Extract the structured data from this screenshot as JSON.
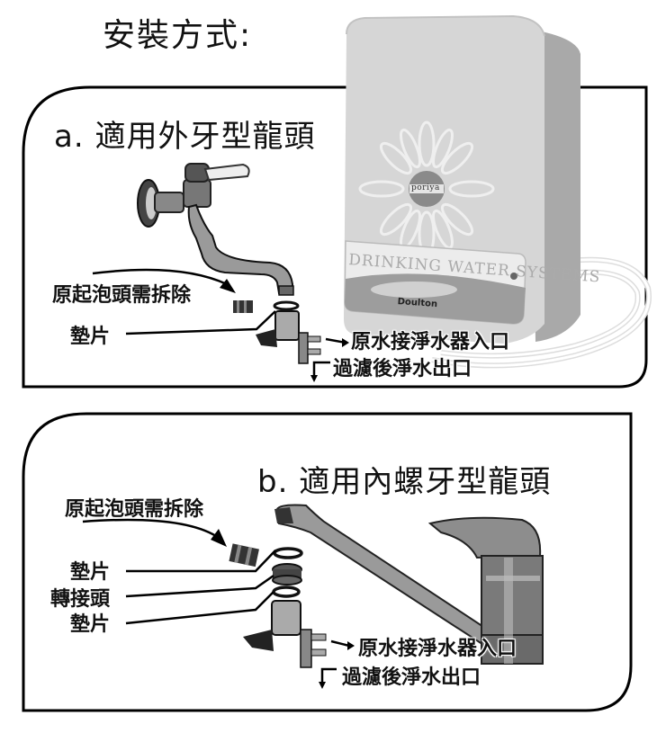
{
  "heading": "安裝方式:",
  "section_a": {
    "title": "a. 適用外牙型龍頭",
    "labels": {
      "aerator_remove": "原起泡頭需拆除",
      "gasket": "墊片",
      "inlet": "原水接淨水器入口",
      "outlet": "過濾後淨水出口"
    }
  },
  "section_b": {
    "title": "b. 適用內螺牙型龍頭",
    "labels": {
      "aerator_remove": "原起泡頭需拆除",
      "gasket_top": "墊片",
      "adapter": "轉接頭",
      "gasket_bottom": "墊片",
      "inlet": "原水接淨水器入口",
      "outlet": "過濾後淨水出口"
    }
  },
  "product": {
    "panel_text": "DRINKING WATER SYSTEMS",
    "logo_text": "poriya",
    "brand_text": "Doulton",
    "colors": {
      "body": "#d9d9d9",
      "body_shade": "#bdbdbd",
      "logo_disc": "#8a8a8a"
    }
  },
  "colors": {
    "frame": "#000000",
    "background": "#ffffff",
    "text": "#111111"
  }
}
